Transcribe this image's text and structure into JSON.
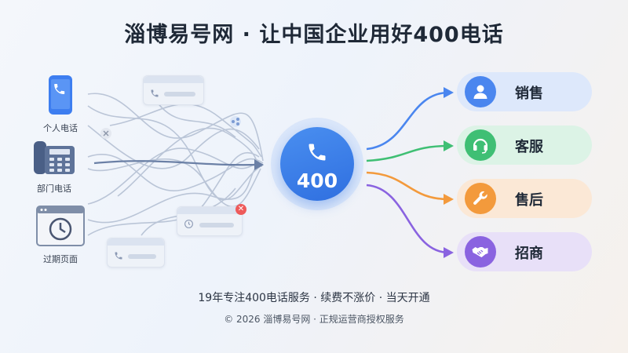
{
  "title": "淄博易号网 · 让中国企业用好400电话",
  "left_items": [
    {
      "label": "个人电话",
      "icon": "mobile-phone-icon"
    },
    {
      "label": "部门电话",
      "icon": "desk-phone-icon"
    },
    {
      "label": "过期页面",
      "icon": "expired-page-clock-icon"
    }
  ],
  "hub": {
    "number": "400",
    "icon": "phone-icon"
  },
  "destinations": [
    {
      "label": "销售",
      "icon": "user-icon",
      "color": "#4a86ef",
      "bg": "#dde8fb"
    },
    {
      "label": "客服",
      "icon": "headset-icon",
      "color": "#3fbf74",
      "bg": "#dcf3e6"
    },
    {
      "label": "售后",
      "icon": "wrench-icon",
      "color": "#f39a3c",
      "bg": "#fbe8d6"
    },
    {
      "label": "招商",
      "icon": "handshake-icon",
      "color": "#8a63e0",
      "bg": "#e8e0f8"
    }
  ],
  "footer": {
    "tagline": "19年专注400电话服务 · 续费不涨价 · 当天开通",
    "copyright": "© 2026 淄博易号网 · 正规运营商授权服务"
  }
}
